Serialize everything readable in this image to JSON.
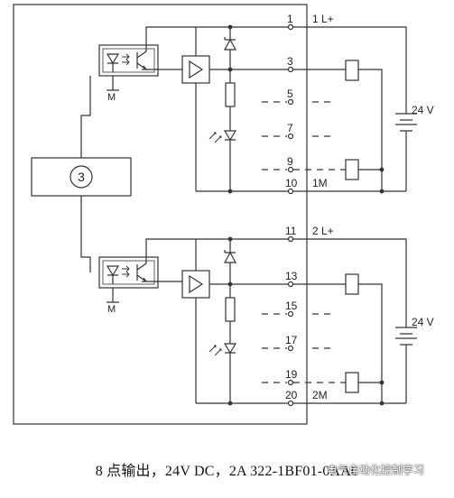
{
  "terminals": {
    "t1": "1",
    "t1_label": "1 L+",
    "t3": "3",
    "t5": "5",
    "t7": "7",
    "t9": "9",
    "t10": "10",
    "t10_label": "1M",
    "t11": "11",
    "t11_label": "2 L+",
    "t13": "13",
    "t15": "15",
    "t17": "17",
    "t19": "19",
    "t20": "20",
    "t20_label": "2M"
  },
  "labels": {
    "m_top": "M",
    "m_bottom": "M",
    "logic_block": "3",
    "supply_top": "24 V",
    "supply_bottom": "24 V"
  },
  "caption": "8 点输出，24V DC，2A 322-1BF01-0AA0",
  "watermark": "电气自动化控制学习"
}
